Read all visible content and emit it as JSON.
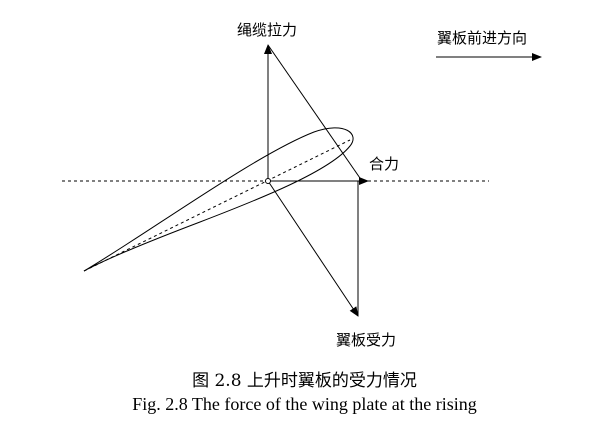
{
  "labels": {
    "cable_tension": "绳缆拉力",
    "plate_direction": "翼板前进方向",
    "resultant_force": "合力",
    "plate_force": "翼板受力"
  },
  "caption": {
    "chinese": "图 2.8  上升时翼板的受力情况",
    "english": "Fig. 2.8 The force of the wing plate at the rising"
  },
  "colors": {
    "line": "#000000",
    "background": "#ffffff"
  }
}
